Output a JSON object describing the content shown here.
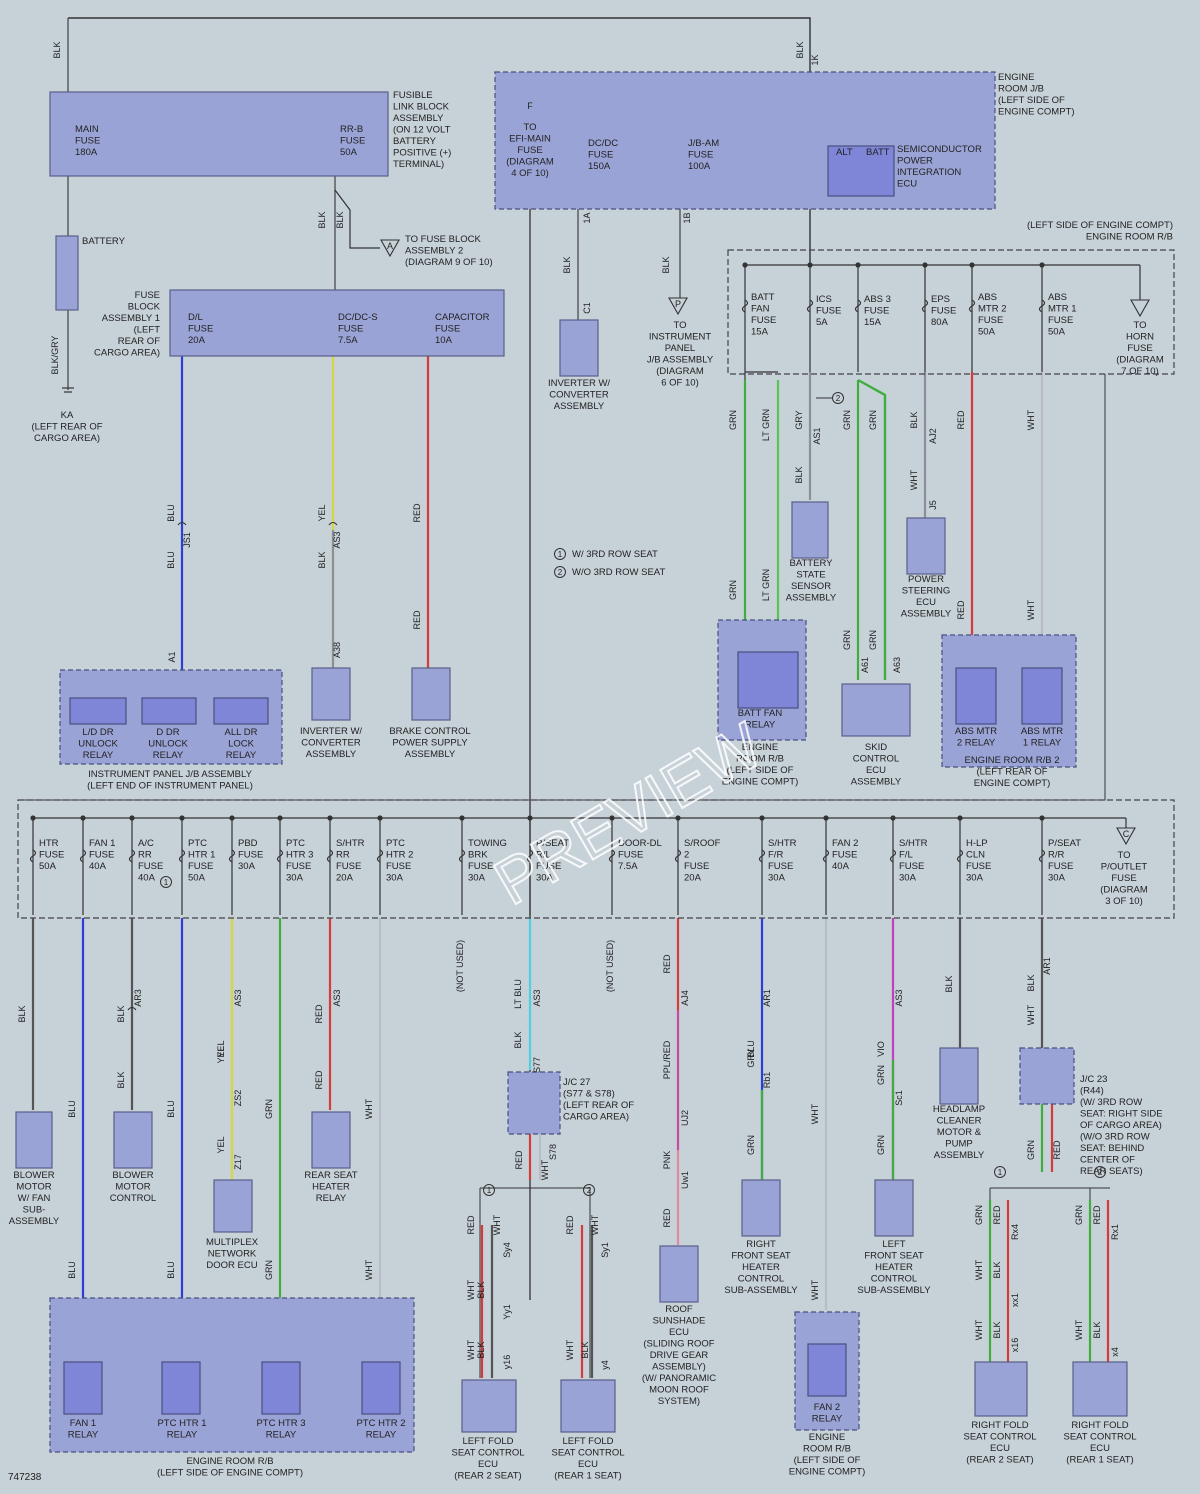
{
  "diagram_id": "747238",
  "watermark": "PREVIEW",
  "legend": [
    {
      "mark": "1",
      "text": "W/ 3RD ROW SEAT"
    },
    {
      "mark": "2",
      "text": "W/O 3RD ROW SEAT"
    }
  ],
  "colors": {
    "BLK": "#555555",
    "BLU": "#2b3ed6",
    "YEL": "#d6d640",
    "RED": "#d63a3a",
    "GRN": "#3fae3f",
    "LTGRN": "#56c456",
    "WHT": "#b8bcc4",
    "GRY": "#8a8f98",
    "LTBLU": "#4fd0e0",
    "VIO": "#c040c0",
    "PPLRED": "#c84a9a",
    "PNK": "#e08aa0",
    "box": "#9aa3d6",
    "box_dark": "#7f86d8",
    "background": "#c7d1d8"
  },
  "components": {
    "fusible_link": [
      "FUSIBLE",
      "LINK BLOCK",
      "ASSEMBLY",
      "(ON 12 VOLT",
      "BATTERY",
      "POSITIVE (+)",
      "TERMINAL)"
    ],
    "main_fuse": [
      "MAIN",
      "FUSE",
      "180A"
    ],
    "rrb_fuse": [
      "RR-B",
      "FUSE",
      "50A"
    ],
    "battery": "BATTERY",
    "to_fuse_block_2": [
      "TO FUSE BLOCK",
      "ASSEMBLY 2",
      "(DIAGRAM 9 OF 10)"
    ],
    "fuse_block_1": [
      "FUSE",
      "BLOCK",
      "ASSEMBLY 1",
      "(LEFT",
      "REAR OF",
      "CARGO AREA)"
    ],
    "dl_fuse": [
      "D/L",
      "FUSE",
      "20A"
    ],
    "dcdcs_fuse": [
      "DC/DC-S",
      "FUSE",
      "7.5A"
    ],
    "capacitor_fuse": [
      "CAPACITOR",
      "FUSE",
      "10A"
    ],
    "ground_ka": [
      "KA",
      "(LEFT REAR OF",
      "CARGO AREA)"
    ],
    "engine_room_jb": [
      "ENGINE",
      "ROOM J/B",
      "(LEFT SIDE OF",
      "ENGINE COMPT)"
    ],
    "to_efi": [
      "TO",
      "EFI-MAIN",
      "FUSE",
      "(DIAGRAM",
      "4 OF 10)"
    ],
    "dcdc_fuse": [
      "DC/DC",
      "FUSE",
      "150A"
    ],
    "jbam_fuse": [
      "J/B-AM",
      "FUSE",
      "100A"
    ],
    "semi_ecu": [
      "SEMICONDUCTOR",
      "POWER",
      "INTEGRATION",
      "ECU"
    ],
    "alt": "ALT",
    "batt": "BATT",
    "inverter_top": [
      "INVERTER W/",
      "CONVERTER",
      "ASSEMBLY"
    ],
    "to_ipjb": [
      "TO",
      "INSTRUMENT",
      "PANEL",
      "J/B ASSEMBLY",
      "(DIAGRAM",
      "6 OF 10)"
    ],
    "er_rb_title": [
      "(LEFT SIDE OF ENGINE COMPT)",
      "ENGINE ROOM R/B"
    ],
    "batt_fan_fuse": [
      "BATT",
      "FAN",
      "FUSE",
      "15A"
    ],
    "ics_fuse": [
      "ICS",
      "FUSE",
      "5A"
    ],
    "abs3_fuse": [
      "ABS 3",
      "FUSE",
      "15A"
    ],
    "eps_fuse": [
      "EPS",
      "FUSE",
      "80A"
    ],
    "absmtr2_fuse": [
      "ABS",
      "MTR 2",
      "FUSE",
      "50A"
    ],
    "absmtr1_fuse": [
      "ABS",
      "MTR 1",
      "FUSE",
      "50A"
    ],
    "to_horn": [
      "TO",
      "HORN",
      "FUSE",
      "(DIAGRAM",
      "7 OF 10)"
    ],
    "battery_sensor": [
      "BATTERY",
      "STATE",
      "SENSOR",
      "ASSEMBLY"
    ],
    "power_steering": [
      "POWER",
      "STEERING",
      "ECU",
      "ASSEMBLY"
    ],
    "batt_fan_relay": [
      "BATT FAN",
      "RELAY"
    ],
    "er_rb_batt": [
      "ENGINE",
      "ROOM R/B",
      "(LEFT SIDE OF",
      "ENGINE COMPT)"
    ],
    "skid_ecu": [
      "SKID",
      "CONTROL",
      "ECU",
      "ASSEMBLY"
    ],
    "abs_mtr2_relay": [
      "ABS MTR",
      "2 RELAY"
    ],
    "abs_mtr1_relay": [
      "ABS MTR",
      "1 RELAY"
    ],
    "er_rb2": [
      "ENGINE ROOM R/B 2",
      "(LEFT REAR OF",
      "ENGINE COMPT)"
    ],
    "dl_relays": [
      [
        "L/D DR",
        "UNLOCK",
        "RELAY"
      ],
      [
        "D DR",
        "UNLOCK",
        "RELAY"
      ],
      [
        "ALL DR",
        "LOCK",
        "RELAY"
      ]
    ],
    "ipjb": [
      "INSTRUMENT PANEL J/B ASSEMBLY",
      "(LEFT END OF INSTRUMENT PANEL)"
    ],
    "inverter_mid": [
      "INVERTER W/",
      "CONVERTER",
      "ASSEMBLY"
    ],
    "brake_supply": [
      "BRAKE CONTROL",
      "POWER SUPPLY",
      "ASSEMBLY"
    ],
    "bottom_fuses": [
      [
        "HTR",
        "FUSE",
        "50A"
      ],
      [
        "FAN 1",
        "FUSE",
        "40A"
      ],
      [
        "A/C",
        "RR",
        "FUSE",
        "40A"
      ],
      [
        "PTC",
        "HTR 1",
        "FUSE",
        "50A"
      ],
      [
        "PBD",
        "FUSE",
        "30A"
      ],
      [
        "PTC",
        "HTR 3",
        "FUSE",
        "30A"
      ],
      [
        "S/HTR",
        "RR",
        "FUSE",
        "20A"
      ],
      [
        "PTC",
        "HTR 2",
        "FUSE",
        "30A"
      ],
      [
        "TOWING",
        "BRK",
        "FUSE",
        "30A"
      ],
      [
        "P/SEAT",
        "R/L",
        "FUSE",
        "30A"
      ],
      [
        "DOOR-DL",
        "FUSE",
        "7.5A"
      ],
      [
        "S/ROOF",
        "2",
        "FUSE",
        "20A"
      ],
      [
        "S/HTR",
        "F/R",
        "FUSE",
        "30A"
      ],
      [
        "FAN 2",
        "FUSE",
        "40A"
      ],
      [
        "S/HTR",
        "F/L",
        "FUSE",
        "30A"
      ],
      [
        "H-LP",
        "CLN",
        "FUSE",
        "30A"
      ],
      [
        "P/SEAT",
        "R/R",
        "FUSE",
        "30A"
      ]
    ],
    "to_outlet": [
      "TO",
      "P/OUTLET",
      "FUSE",
      "(DIAGRAM",
      "3 OF 10)"
    ],
    "not_used": "(NOT USED)",
    "blower_motor": [
      "BLOWER",
      "MOTOR",
      "W/ FAN",
      "SUB-",
      "ASSEMBLY"
    ],
    "blower_control": [
      "BLOWER",
      "MOTOR",
      "CONTROL"
    ],
    "multiplex": [
      "MULTIPLEX",
      "NETWORK",
      "DOOR ECU"
    ],
    "rear_seat_relay": [
      "REAR SEAT",
      "HEATER",
      "RELAY"
    ],
    "jc27": [
      "J/C 27",
      "(S77 & S78)",
      "(LEFT REAR OF",
      "CARGO AREA)"
    ],
    "roof_ecu": [
      "ROOF",
      "SUNSHADE",
      "ECU",
      "(SLIDING ROOF",
      "DRIVE GEAR",
      "ASSEMBLY)",
      "(W/ PANORAMIC",
      "MOON ROOF",
      "SYSTEM)"
    ],
    "right_seat_heater": [
      "RIGHT",
      "FRONT SEAT",
      "HEATER",
      "CONTROL",
      "SUB-ASSEMBLY"
    ],
    "left_seat_heater": [
      "LEFT",
      "FRONT SEAT",
      "HEATER",
      "CONTROL",
      "SUB-ASSEMBLY"
    ],
    "headlamp": [
      "HEADLAMP",
      "CLEANER",
      "MOTOR &",
      "PUMP",
      "ASSEMBLY"
    ],
    "jc23": [
      "J/C 23",
      "(R44)",
      "(W/ 3RD ROW",
      "SEAT: RIGHT SIDE",
      "OF CARGO AREA)",
      "(W/O 3RD ROW",
      "SEAT: BEHIND",
      "CENTER OF",
      "REAR SEATS)"
    ],
    "relays_bottom": [
      [
        "FAN 1",
        "RELAY"
      ],
      [
        "PTC HTR 1",
        "RELAY"
      ],
      [
        "PTC HTR 3",
        "RELAY"
      ],
      [
        "PTC HTR 2",
        "RELAY"
      ]
    ],
    "er_rb_bottom": [
      "ENGINE ROOM R/B",
      "(LEFT SIDE OF ENGINE COMPT)"
    ],
    "left_fold_2": [
      "LEFT FOLD",
      "SEAT CONTROL",
      "ECU",
      "(REAR 2 SEAT)"
    ],
    "left_fold_1": [
      "LEFT FOLD",
      "SEAT CONTROL",
      "ECU",
      "(REAR 1 SEAT)"
    ],
    "fan2_relay": [
      "FAN 2",
      "RELAY"
    ],
    "er_rb_fan2": [
      "ENGINE",
      "ROOM R/B",
      "(LEFT SIDE OF",
      "ENGINE COMPT)"
    ],
    "right_fold_2": [
      "RIGHT FOLD",
      "SEAT CONTROL",
      "ECU",
      "(REAR 2 SEAT)"
    ],
    "right_fold_1": [
      "RIGHT FOLD",
      "SEAT CONTROL",
      "ECU",
      "(REAR 1 SEAT)"
    ]
  },
  "wire_labels": {
    "blk": "BLK",
    "blu": "BLU",
    "yel": "YEL",
    "red": "RED",
    "grn": "GRN",
    "ltgrn": "LT GRN",
    "wht": "WHT",
    "gry": "GRY",
    "ltblu": "LT BLU",
    "vio": "VIO",
    "pplred": "PPL/RED",
    "pnk": "PNK",
    "blkgry": "BLK/GRY",
    "k1": "1K"
  },
  "connectors": {
    "js1": "JS1",
    "as3": "AS3",
    "a38": "A38",
    "a1": "A1",
    "c1": "C1",
    "as1": "AS1",
    "aj2": "AJ2",
    "j5": "J5",
    "a61": "A61",
    "a63": "A63",
    "ar3": "AR3",
    "zs2": "ZS2",
    "z17": "Z17",
    "s77": "S77",
    "s78": "S78",
    "aj4": "AJ4",
    "uj2": "UJ2",
    "uw1": "Uw1",
    "ar1": "AR1",
    "rb1": "Rb1",
    "sc1": "Sc1",
    "sy4": "Sy4",
    "yy1": "Yy1",
    "y16": "y16",
    "sy1": "Sy1",
    "y4": "y4",
    "rx4": "Rx4",
    "xx1": "xx1",
    "x16": "x16",
    "rx1": "Rx1",
    "x4": "x4",
    "t1a": "1A",
    "t1b": "1B"
  }
}
